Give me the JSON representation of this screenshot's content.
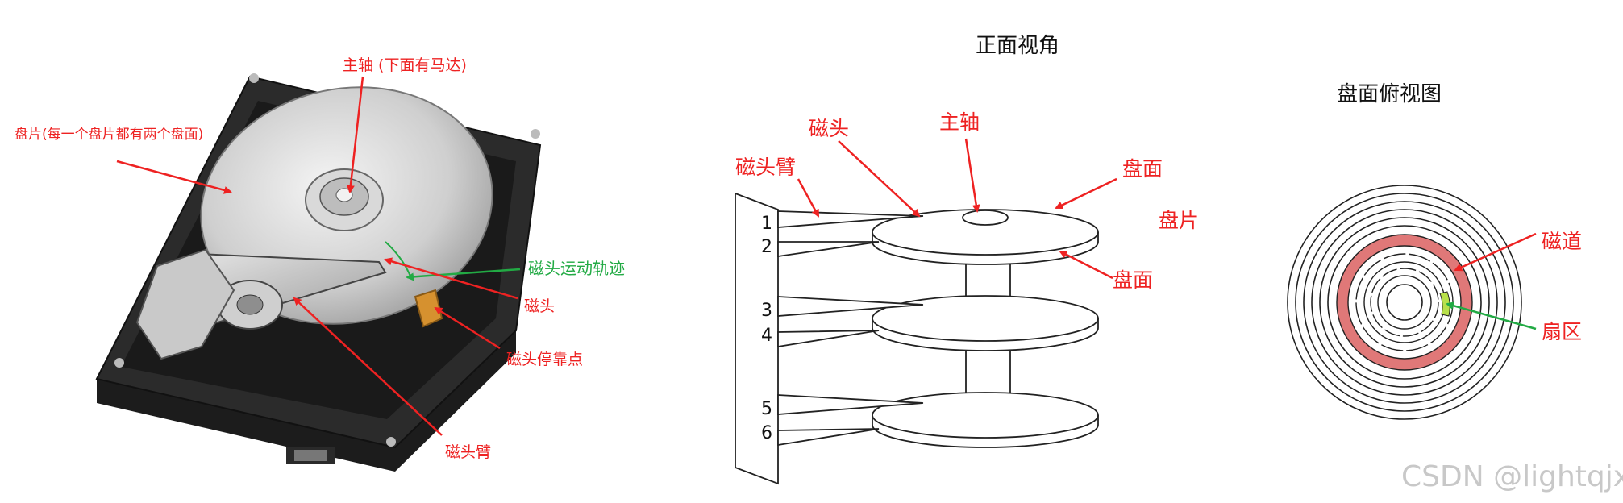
{
  "photo": {
    "labels": {
      "spindle": "主轴 (下面有马达)",
      "platter": "盘片(每一个盘片都有两个盘面)",
      "head_track": "磁头运动轨迹",
      "head": "磁头",
      "park": "磁头停靠点",
      "arm": "磁头臂"
    }
  },
  "front_view": {
    "title": "正面视角",
    "labels": {
      "head": "磁头",
      "spindle": "主轴",
      "arm": "磁头臂",
      "surface_top": "盘面",
      "platter": "盘片",
      "surface_bottom": "盘面"
    },
    "head_numbers": [
      "1",
      "2",
      "3",
      "4",
      "5",
      "6"
    ]
  },
  "top_view": {
    "title": "盘面俯视图",
    "labels": {
      "track": "磁道",
      "sector": "扇区"
    }
  },
  "watermark": "CSDN @lightqjx"
}
